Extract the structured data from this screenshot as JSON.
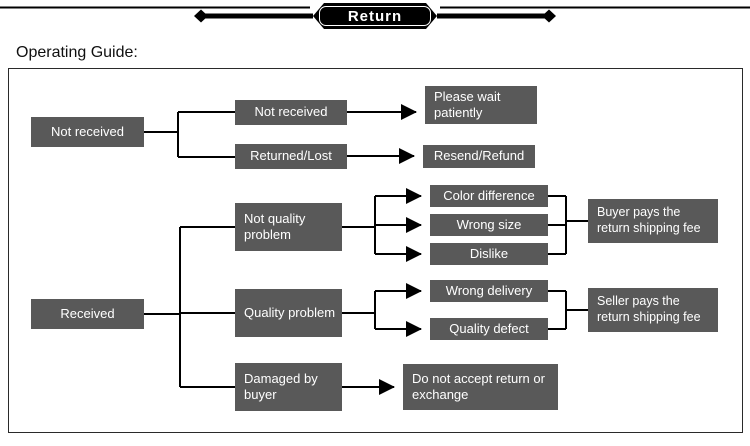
{
  "banner": {
    "title": "Return"
  },
  "heading": "Operating Guide:",
  "flowchart": {
    "colors": {
      "node_bg": "#595959",
      "node_text": "#ffffff",
      "line": "#000000",
      "frame_border": "#2a2a2a"
    },
    "nodes": {
      "not_received_root": "Not received",
      "not_received": "Not received",
      "returned_lost": "Returned/Lost",
      "please_wait": "Please wait patiently",
      "resend_refund": "Resend/Refund",
      "received_root": "Received",
      "not_quality_problem": "Not quality problem",
      "color_difference": "Color difference",
      "wrong_size": "Wrong size",
      "dislike": "Dislike",
      "buyer_pays": "Buyer pays the return shipping fee",
      "quality_problem": "Quality problem",
      "wrong_delivery": "Wrong delivery",
      "quality_defect": "Quality defect",
      "seller_pays": "Seller pays the return shipping fee",
      "damaged_by_buyer": "Damaged by buyer",
      "do_not_accept": "Do not accept return or exchange"
    },
    "edges": [
      {
        "from": "not_received_root",
        "to": "not_received"
      },
      {
        "from": "not_received_root",
        "to": "returned_lost"
      },
      {
        "from": "not_received",
        "to": "please_wait"
      },
      {
        "from": "returned_lost",
        "to": "resend_refund"
      },
      {
        "from": "received_root",
        "to": "not_quality_problem"
      },
      {
        "from": "received_root",
        "to": "quality_problem"
      },
      {
        "from": "received_root",
        "to": "damaged_by_buyer"
      },
      {
        "from": "not_quality_problem",
        "to": "color_difference"
      },
      {
        "from": "not_quality_problem",
        "to": "wrong_size"
      },
      {
        "from": "not_quality_problem",
        "to": "dislike"
      },
      {
        "from": "color_difference",
        "to": "buyer_pays"
      },
      {
        "from": "wrong_size",
        "to": "buyer_pays"
      },
      {
        "from": "dislike",
        "to": "buyer_pays"
      },
      {
        "from": "quality_problem",
        "to": "wrong_delivery"
      },
      {
        "from": "quality_problem",
        "to": "quality_defect"
      },
      {
        "from": "wrong_delivery",
        "to": "seller_pays"
      },
      {
        "from": "quality_defect",
        "to": "seller_pays"
      },
      {
        "from": "damaged_by_buyer",
        "to": "do_not_accept"
      }
    ]
  }
}
